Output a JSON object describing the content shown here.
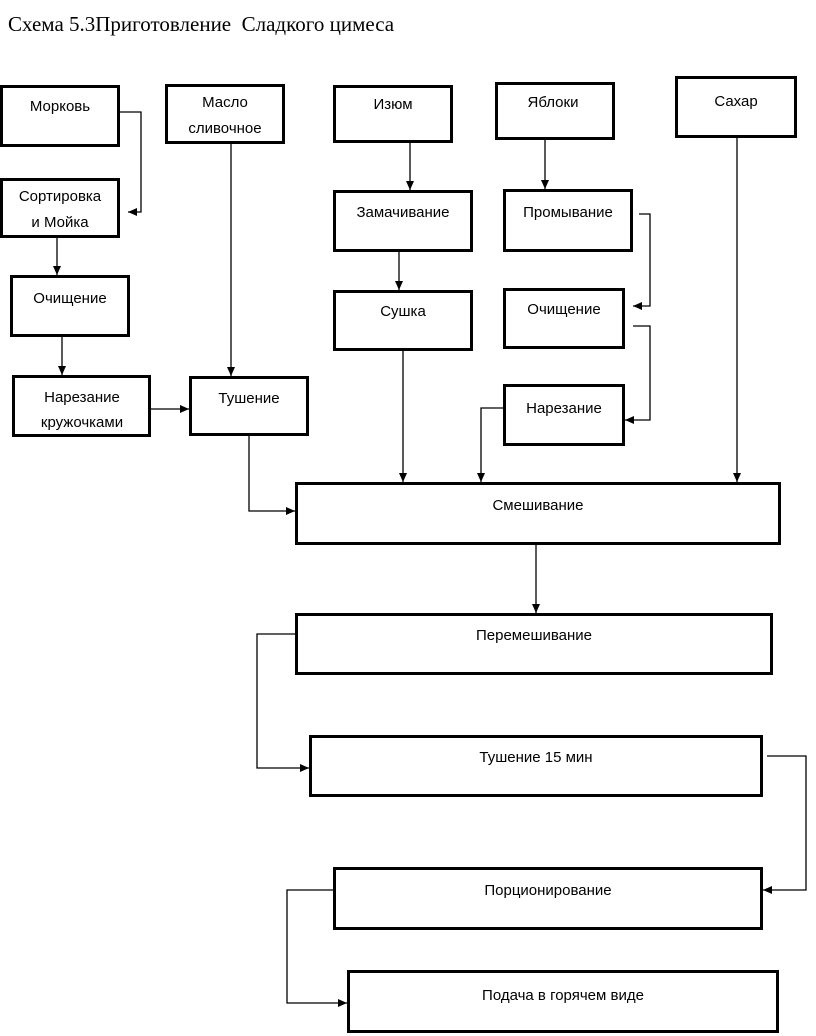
{
  "title": "Схема 5.3Приготовление  Сладкого цимеса",
  "nodes": {
    "carrot": [
      "Морковь"
    ],
    "butter": [
      "Масло",
      "сливочное"
    ],
    "raisins": [
      "Изюм"
    ],
    "apples": [
      "Яблоки"
    ],
    "sugar": [
      "Сахар"
    ],
    "sort_wash": [
      "Сортировка",
      "и Мойка"
    ],
    "carrot_peel": [
      "Очищение"
    ],
    "carrot_slice": [
      "Нарезание",
      "кружочками"
    ],
    "stew": [
      "Тушение"
    ],
    "soak": [
      "Замачивание"
    ],
    "dry": [
      "Сушка"
    ],
    "rinse": [
      "Промывание"
    ],
    "apple_peel": [
      "Очищение"
    ],
    "apple_cut": [
      "Нарезание"
    ],
    "mix": [
      "Смешивание"
    ],
    "stir": [
      "Перемешивание"
    ],
    "stew15": [
      "Тушение 15 мин"
    ],
    "portion": [
      "Порционирование"
    ],
    "serve": [
      "Подача в горячем виде"
    ]
  },
  "edges": [
    [
      "carrot",
      "sort_wash"
    ],
    [
      "sort_wash",
      "carrot_peel"
    ],
    [
      "carrot_peel",
      "carrot_slice"
    ],
    [
      "carrot_slice",
      "stew"
    ],
    [
      "butter",
      "stew"
    ],
    [
      "stew",
      "mix"
    ],
    [
      "raisins",
      "soak"
    ],
    [
      "soak",
      "dry"
    ],
    [
      "dry",
      "mix"
    ],
    [
      "apples",
      "rinse"
    ],
    [
      "rinse",
      "apple_peel"
    ],
    [
      "apple_peel",
      "apple_cut"
    ],
    [
      "apple_cut",
      "mix"
    ],
    [
      "sugar",
      "mix"
    ],
    [
      "mix",
      "stir"
    ],
    [
      "stir",
      "stew15"
    ],
    [
      "stew15",
      "portion"
    ],
    [
      "portion",
      "serve"
    ]
  ]
}
